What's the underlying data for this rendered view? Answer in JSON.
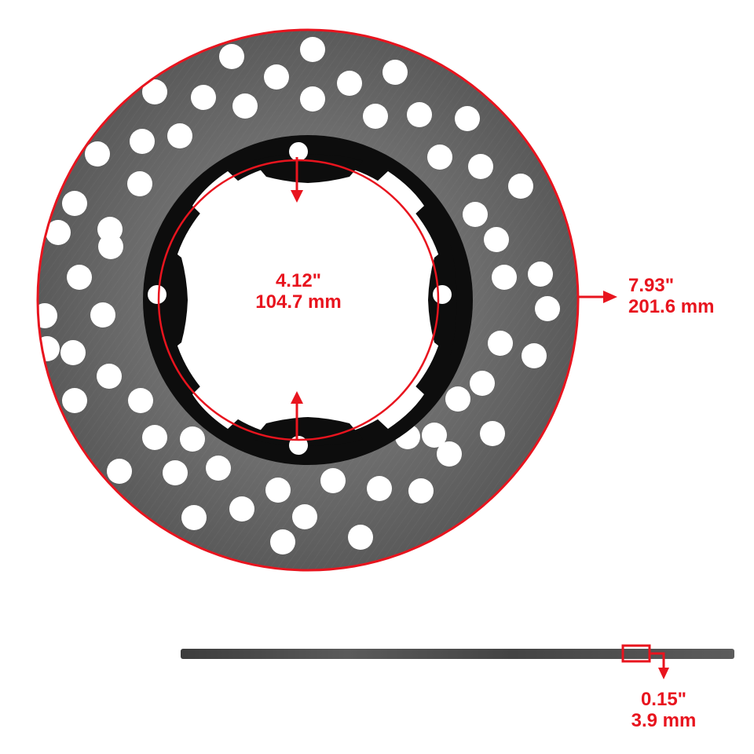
{
  "product": "brake-rotor-disc",
  "colors": {
    "accent": "#e8141e",
    "steel": "#7a7a7a",
    "hub": "#0d0d0d",
    "background": "#ffffff"
  },
  "dimensions": {
    "inner_diameter": {
      "inches": "4.12\"",
      "mm": "104.7 mm"
    },
    "outer_diameter": {
      "inches": "7.93\"",
      "mm": "201.6 mm"
    },
    "thickness": {
      "inches": "0.15\"",
      "mm": "3.9 mm"
    }
  }
}
